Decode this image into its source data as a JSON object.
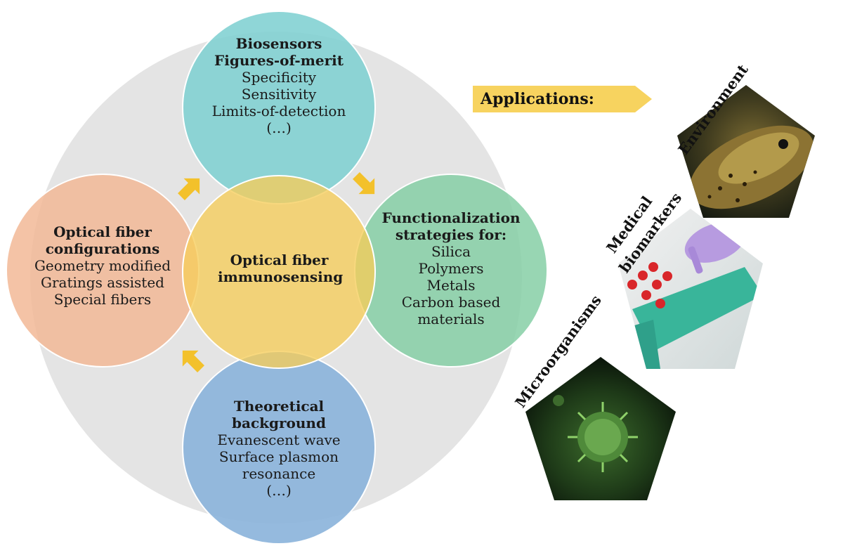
{
  "center": {
    "title": "Optical fiber immunosensing"
  },
  "top": {
    "title_line1": "Biosensors",
    "title_line2": "Figures-of-merit",
    "items": [
      "Specificity",
      "Sensitivity",
      "Limits-of-detection",
      "(…)"
    ]
  },
  "left": {
    "title_line1": "Optical fiber",
    "title_line2": "configurations",
    "items": [
      "Geometry modified",
      "Gratings assisted",
      "Special fibers"
    ]
  },
  "right": {
    "title_line1": "Functionalization",
    "title_line2": "strategies for:",
    "items": [
      "Silica",
      "Polymers",
      "Metals",
      "Carbon based",
      "materials"
    ]
  },
  "bottom": {
    "title_line1": "Theoretical",
    "title_line2": "background",
    "items": [
      "Evanescent wave",
      "Surface plasmon",
      "resonance",
      "(…)"
    ]
  },
  "applications": {
    "label": "Applications:",
    "environment": "Environment",
    "medical_line1": "Medical",
    "medical_line2": "biomarkers",
    "microorganisms": "Microorganisms"
  },
  "colors": {
    "background_circle": "#e4e4e4",
    "center": "#f6cd5a",
    "top": "#7fd0d2",
    "left": "#f2b896",
    "right": "#86cfa6",
    "bottom": "#8ab3da",
    "arrow": "#f3c12b",
    "banner": "#f7d35f"
  }
}
